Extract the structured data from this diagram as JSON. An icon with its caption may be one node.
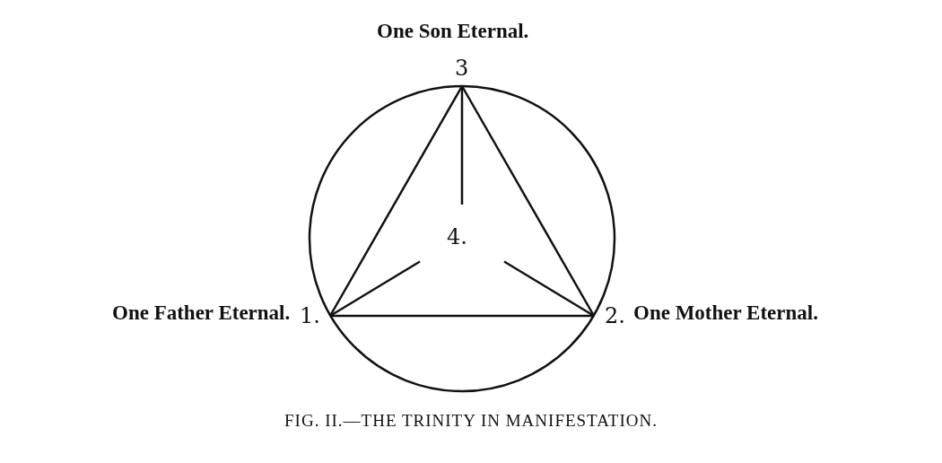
{
  "diagram": {
    "caption": "FIG. II.—THE TRINITY IN MANIFESTATION.",
    "nodes": [
      {
        "text": [
          "3"
        ],
        "beside": [
          "One Son Eternal."
        ]
      },
      {
        "text": [
          "1."
        ],
        "beside": [
          "One Father Eternal."
        ]
      },
      {
        "text": [
          "2."
        ],
        "beside": [
          "One Mother Eternal."
        ]
      },
      {
        "text": [
          "4."
        ]
      }
    ],
    "edges": [
      {
        "from": 1,
        "to": 2,
        "arrow": "none"
      },
      {
        "from": 2,
        "to": 0,
        "arrow": "none"
      },
      {
        "from": 0,
        "to": 1,
        "arrow": "none"
      },
      {
        "from": 0,
        "to": 3,
        "arrow": "none"
      },
      {
        "from": 1,
        "to": 3,
        "arrow": "none"
      },
      {
        "from": 2,
        "to": 3,
        "arrow": "none"
      }
    ]
  }
}
